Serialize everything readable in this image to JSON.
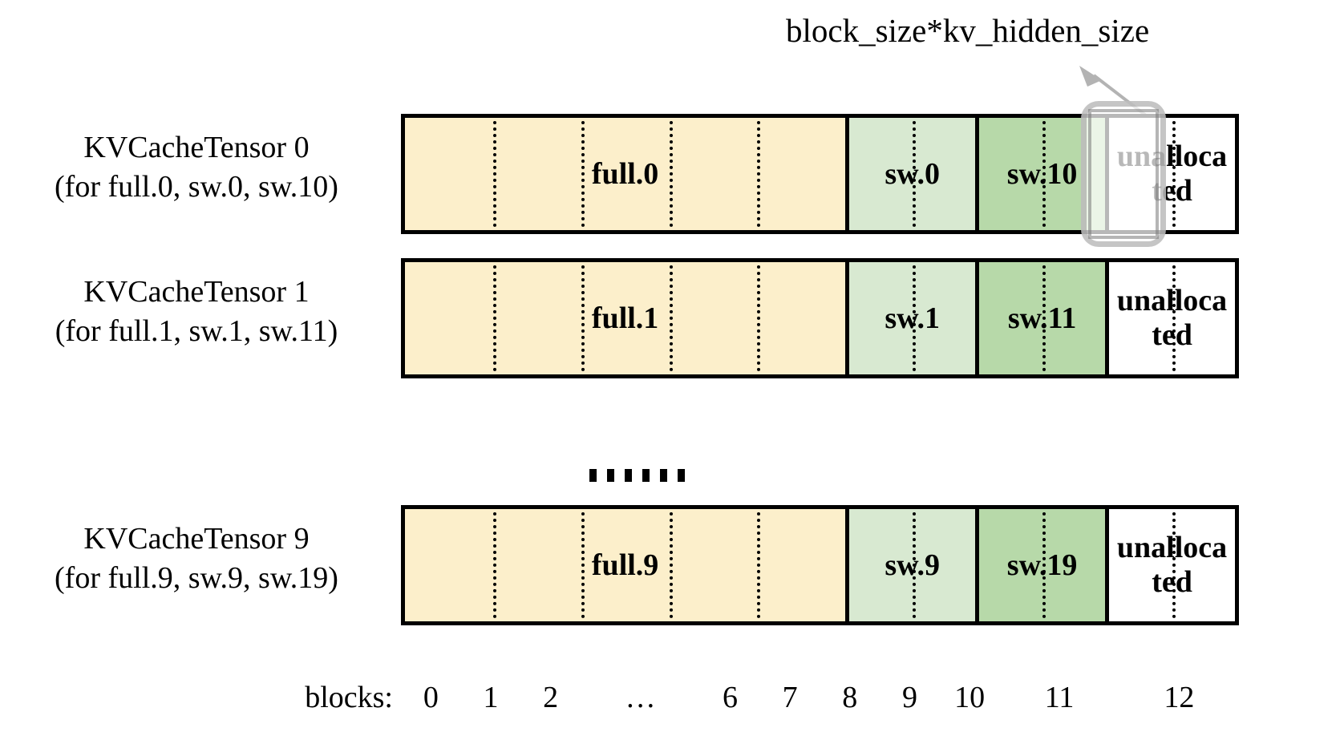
{
  "callout": {
    "label": "block_size*kv_hidden_size",
    "arrow_icon": "arrow-up-left-icon",
    "target_cell": "unallocated"
  },
  "diagram": {
    "block_count": 13,
    "colors": {
      "full": "#FCEFCB",
      "sw_light": "#D8E9D1",
      "sw_dark": "#B7D9A9",
      "unallocated": "#FFFFFF",
      "outline": "#000000",
      "highlight": "#969696"
    },
    "rows": [
      {
        "label_line1": "KVCacheTensor 0",
        "label_line2": "(for full.0, sw.0, sw.10)",
        "cells": [
          {
            "text": "full.0",
            "kind": "full",
            "blocks": 7,
            "dividers": 4
          },
          {
            "text": "sw.0",
            "kind": "sw-light",
            "blocks": 2,
            "dividers": 1
          },
          {
            "text": "sw.10",
            "kind": "sw-dark",
            "blocks": 2,
            "dividers": 1
          },
          {
            "text": "unallocated",
            "kind": "unalloc",
            "blocks": 2,
            "dividers": 1
          }
        ],
        "highlighted": true
      },
      {
        "label_line1": "KVCacheTensor 1",
        "label_line2": "(for full.1, sw.1, sw.11)",
        "cells": [
          {
            "text": "full.1",
            "kind": "full",
            "blocks": 7,
            "dividers": 4
          },
          {
            "text": "sw.1",
            "kind": "sw-light",
            "blocks": 2,
            "dividers": 1
          },
          {
            "text": "sw.11",
            "kind": "sw-dark",
            "blocks": 2,
            "dividers": 1
          },
          {
            "text": "unallocated",
            "kind": "unalloc",
            "blocks": 2,
            "dividers": 1
          }
        ],
        "highlighted": false
      },
      {
        "label_line1": "KVCacheTensor 9",
        "label_line2": "(for full.9, sw.9, sw.19)",
        "cells": [
          {
            "text": "full.9",
            "kind": "full",
            "blocks": 7,
            "dividers": 4
          },
          {
            "text": "sw.9",
            "kind": "sw-light",
            "blocks": 2,
            "dividers": 1
          },
          {
            "text": "sw.19",
            "kind": "sw-dark",
            "blocks": 2,
            "dividers": 1
          },
          {
            "text": "unallocated",
            "kind": "unalloc",
            "blocks": 2,
            "dividers": 1
          }
        ],
        "highlighted": false
      }
    ],
    "ellipsis": "......"
  },
  "axis": {
    "title": "blocks:",
    "ticks": [
      "0",
      "1",
      "2",
      "…",
      "6",
      "7",
      "8",
      "9",
      "10",
      "11",
      "12"
    ],
    "tick_spans": [
      1,
      1,
      1,
      2,
      1,
      1,
      1,
      1,
      1,
      2,
      2
    ]
  }
}
